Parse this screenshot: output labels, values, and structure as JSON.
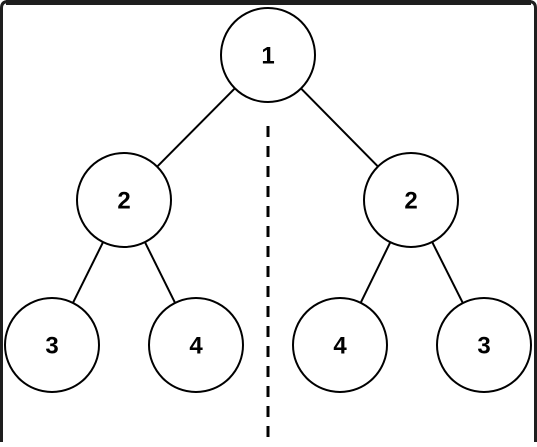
{
  "diagram": {
    "colors": {
      "stroke": "#000000",
      "node_fill": "#ffffff",
      "frame": "#1e1e1e"
    },
    "nodes": [
      {
        "id": "root",
        "label": "1"
      },
      {
        "id": "left-child",
        "label": "2"
      },
      {
        "id": "right-child",
        "label": "2"
      },
      {
        "id": "left-left-leaf",
        "label": "3"
      },
      {
        "id": "left-right-leaf",
        "label": "4"
      },
      {
        "id": "right-left-leaf",
        "label": "4"
      },
      {
        "id": "right-right-leaf",
        "label": "3"
      }
    ],
    "edges": [
      {
        "from": "root",
        "to": "left-child"
      },
      {
        "from": "root",
        "to": "right-child"
      },
      {
        "from": "left-child",
        "to": "left-left-leaf"
      },
      {
        "from": "left-child",
        "to": "left-right-leaf"
      },
      {
        "from": "right-child",
        "to": "right-left-leaf"
      },
      {
        "from": "right-child",
        "to": "right-right-leaf"
      }
    ],
    "symmetry_axis": "dashed"
  }
}
